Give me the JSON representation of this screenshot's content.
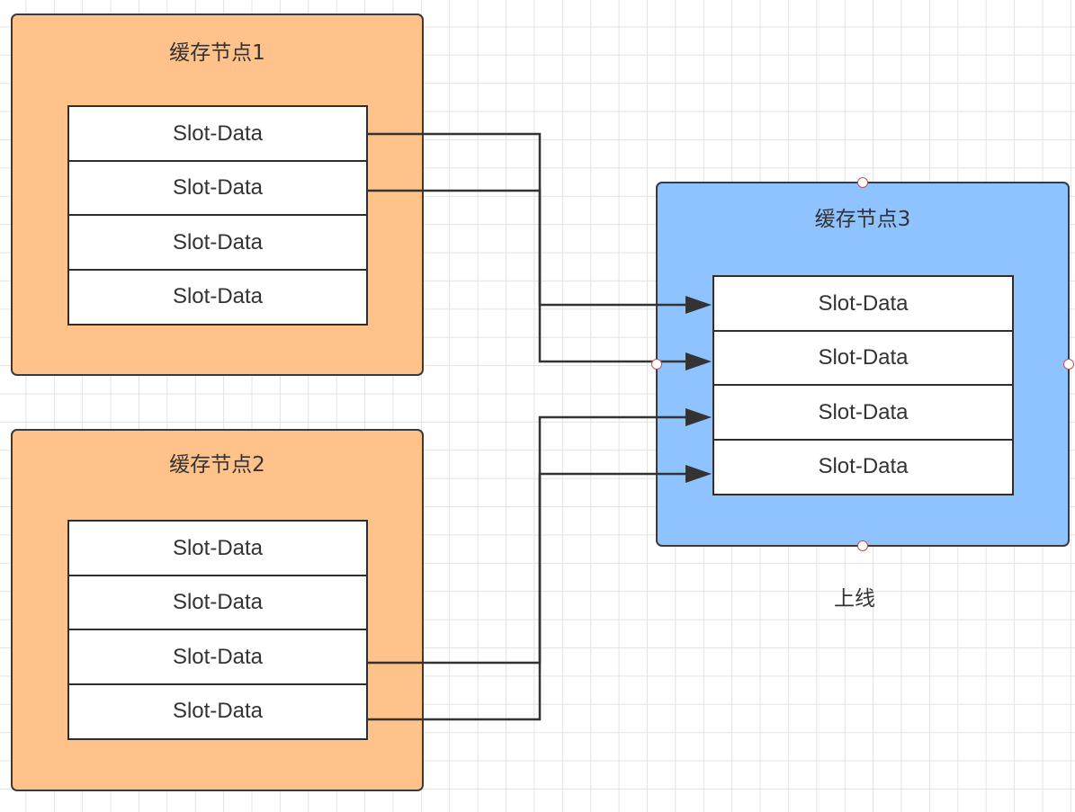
{
  "nodes": [
    {
      "id": "node1",
      "title": "缓存节点1",
      "fill": "#ffc28b",
      "slots": [
        "Slot-Data",
        "Slot-Data",
        "Slot-Data",
        "Slot-Data"
      ]
    },
    {
      "id": "node2",
      "title": "缓存节点2",
      "fill": "#ffc28b",
      "slots": [
        "Slot-Data",
        "Slot-Data",
        "Slot-Data",
        "Slot-Data"
      ]
    },
    {
      "id": "node3",
      "title": "缓存节点3",
      "fill": "#8fc3ff",
      "slots": [
        "Slot-Data",
        "Slot-Data",
        "Slot-Data",
        "Slot-Data"
      ]
    }
  ],
  "caption": "上线",
  "colors": {
    "line": "#333333",
    "handle_border": "#c05050",
    "grid": "#e3e3e3"
  },
  "edges": [
    {
      "from": "node1.slot0",
      "to": "node3.slot0"
    },
    {
      "from": "node1.slot1",
      "to": "node3.slot1"
    },
    {
      "from": "node2.slot2",
      "to": "node3.slot2"
    },
    {
      "from": "node2.slot3",
      "to": "node3.slot3"
    }
  ]
}
